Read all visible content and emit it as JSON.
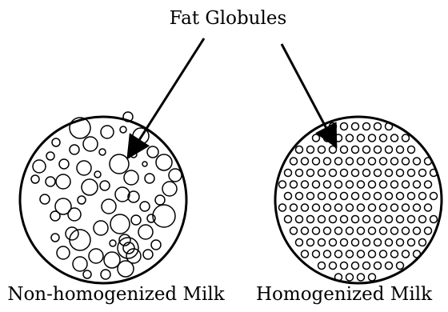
{
  "diagram": {
    "title": "Fat Globules",
    "left_caption": "Non-homogenized Milk",
    "right_caption": "Homogenized Milk"
  },
  "colors": {
    "stroke": "#000000",
    "background": "#ffffff"
  }
}
